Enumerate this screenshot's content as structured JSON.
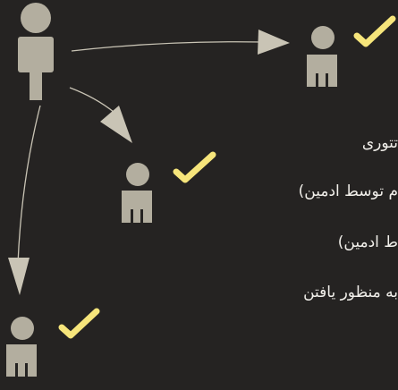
{
  "diagram": {
    "text_lines": [
      "تتوری",
      "م توسط ادمین)",
      "ط ادمین)",
      "به منظور یافتن"
    ],
    "colors": {
      "background": "#252322",
      "person": "#b3ae9f",
      "arrow": "#c9c4b5",
      "check": "#f6e57b",
      "text": "#f1efea"
    },
    "icons": [
      "person-icon",
      "checkmark-icon",
      "arrow"
    ]
  }
}
